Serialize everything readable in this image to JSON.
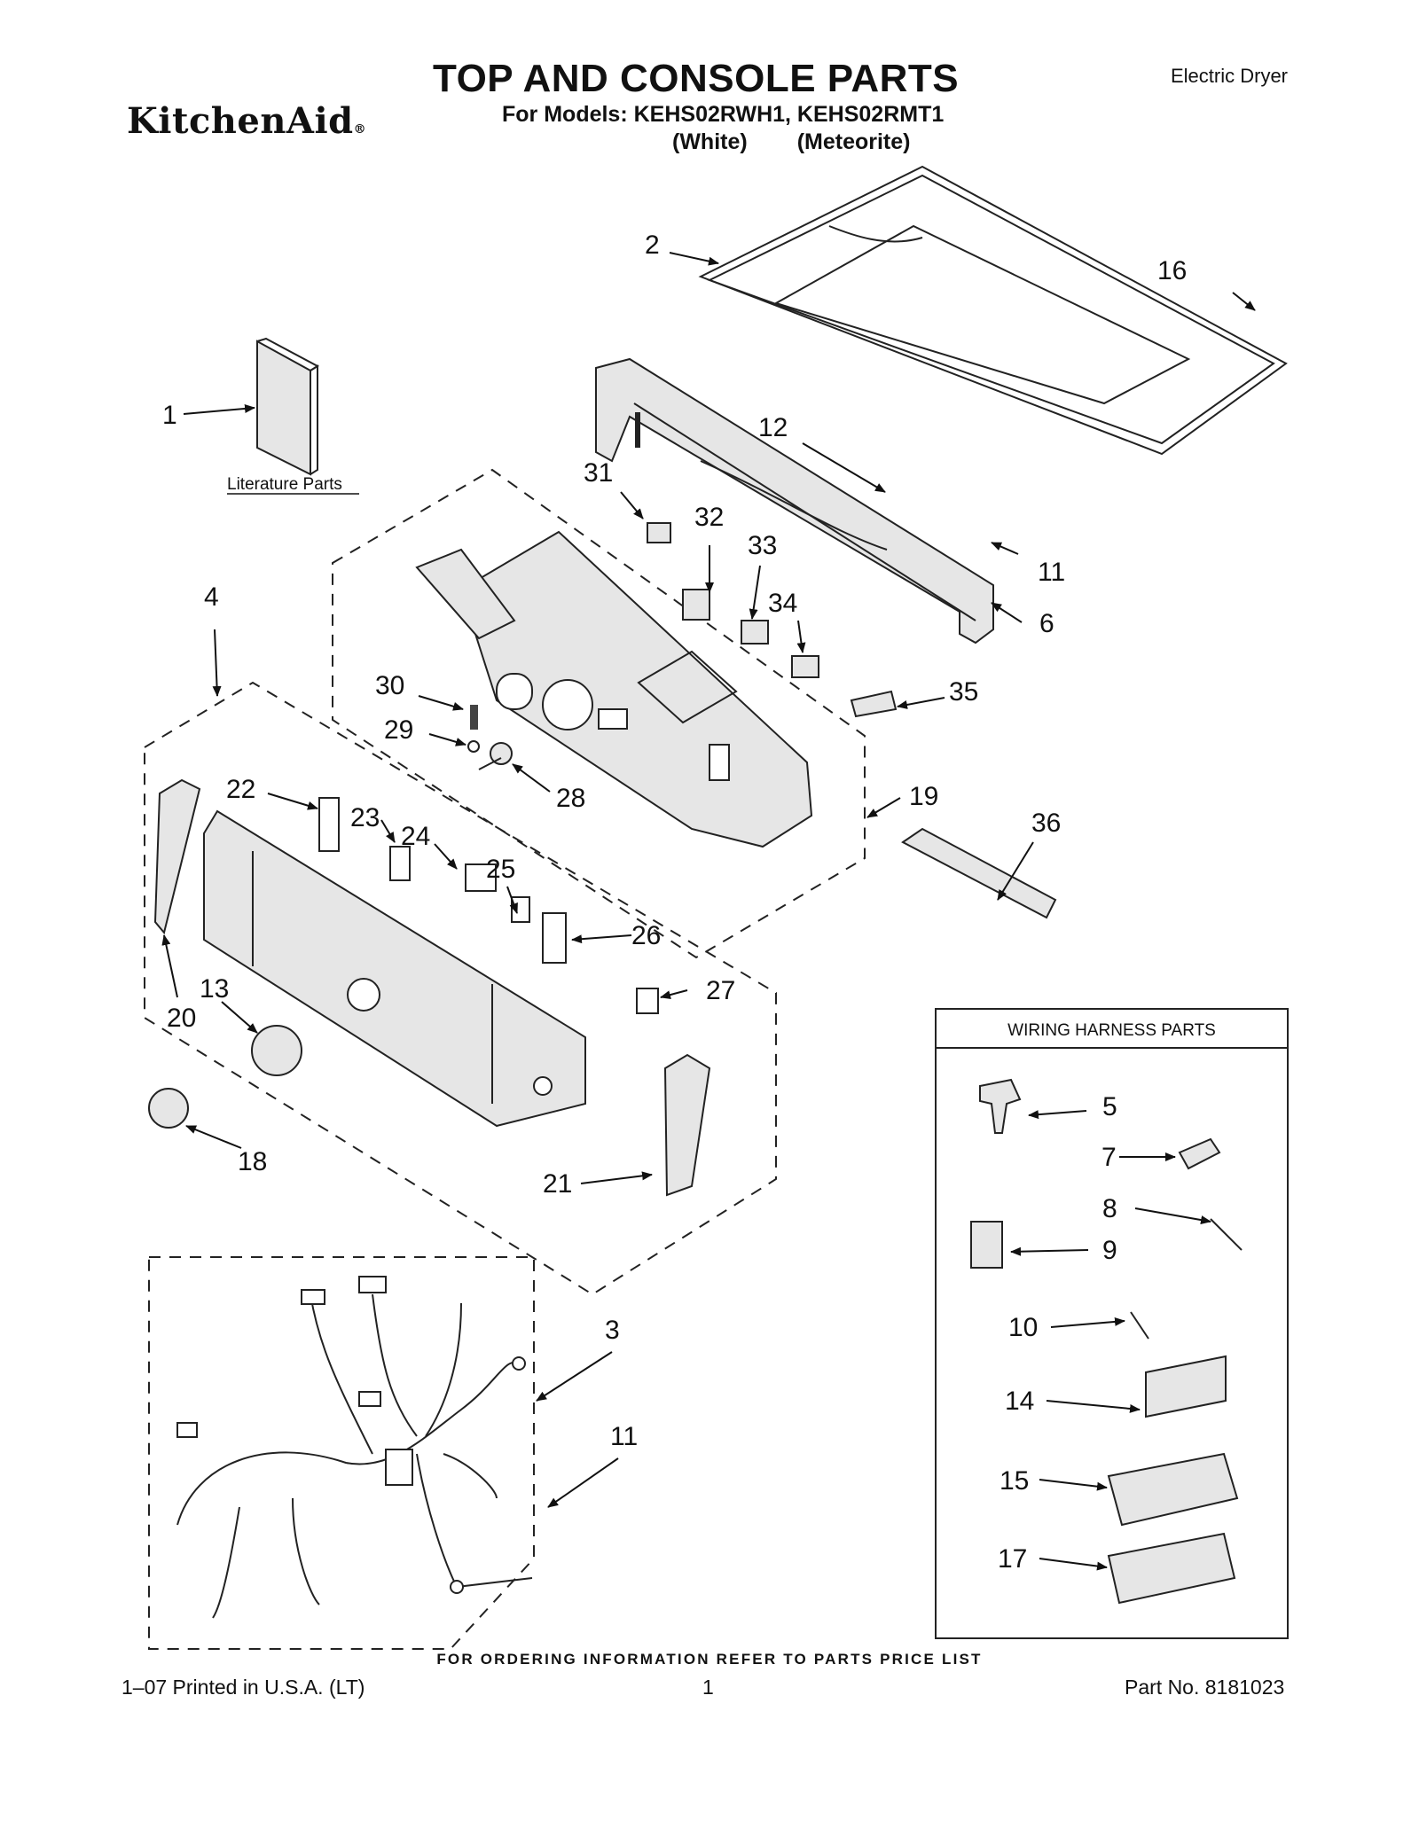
{
  "header": {
    "title": "TOP AND CONSOLE PARTS",
    "brand": "KitchenAid",
    "brand_mark": "®",
    "models": "For Models: KEHS02RWH1, KEHS02RMT1",
    "color_white": "(White)",
    "color_meteorite": "(Meteorite)",
    "product": "Electric Dryer"
  },
  "diagram": {
    "literature_label": "Literature Parts",
    "wiring_box_title": "WIRING HARNESS PARTS",
    "callouts": {
      "p1": "1",
      "p2": "2",
      "p3": "3",
      "p4": "4",
      "p5": "5",
      "p6": "6",
      "p7": "7",
      "p8": "8",
      "p9": "9",
      "p10": "10",
      "p11a": "11",
      "p11b": "11",
      "p12": "12",
      "p13": "13",
      "p14": "14",
      "p15": "15",
      "p16": "16",
      "p17": "17",
      "p18": "18",
      "p19": "19",
      "p20": "20",
      "p21": "21",
      "p22": "22",
      "p23": "23",
      "p24": "24",
      "p25": "25",
      "p26": "26",
      "p27": "27",
      "p28": "28",
      "p29": "29",
      "p30": "30",
      "p31": "31",
      "p32": "32",
      "p33": "33",
      "p34": "34",
      "p35": "35",
      "p36": "36"
    }
  },
  "footer": {
    "ordering_note": "FOR ORDERING INFORMATION REFER TO PARTS PRICE LIST",
    "print_info": "1–07 Printed in U.S.A. (LT)",
    "page_number": "1",
    "part_number": "Part No. 8181023"
  }
}
